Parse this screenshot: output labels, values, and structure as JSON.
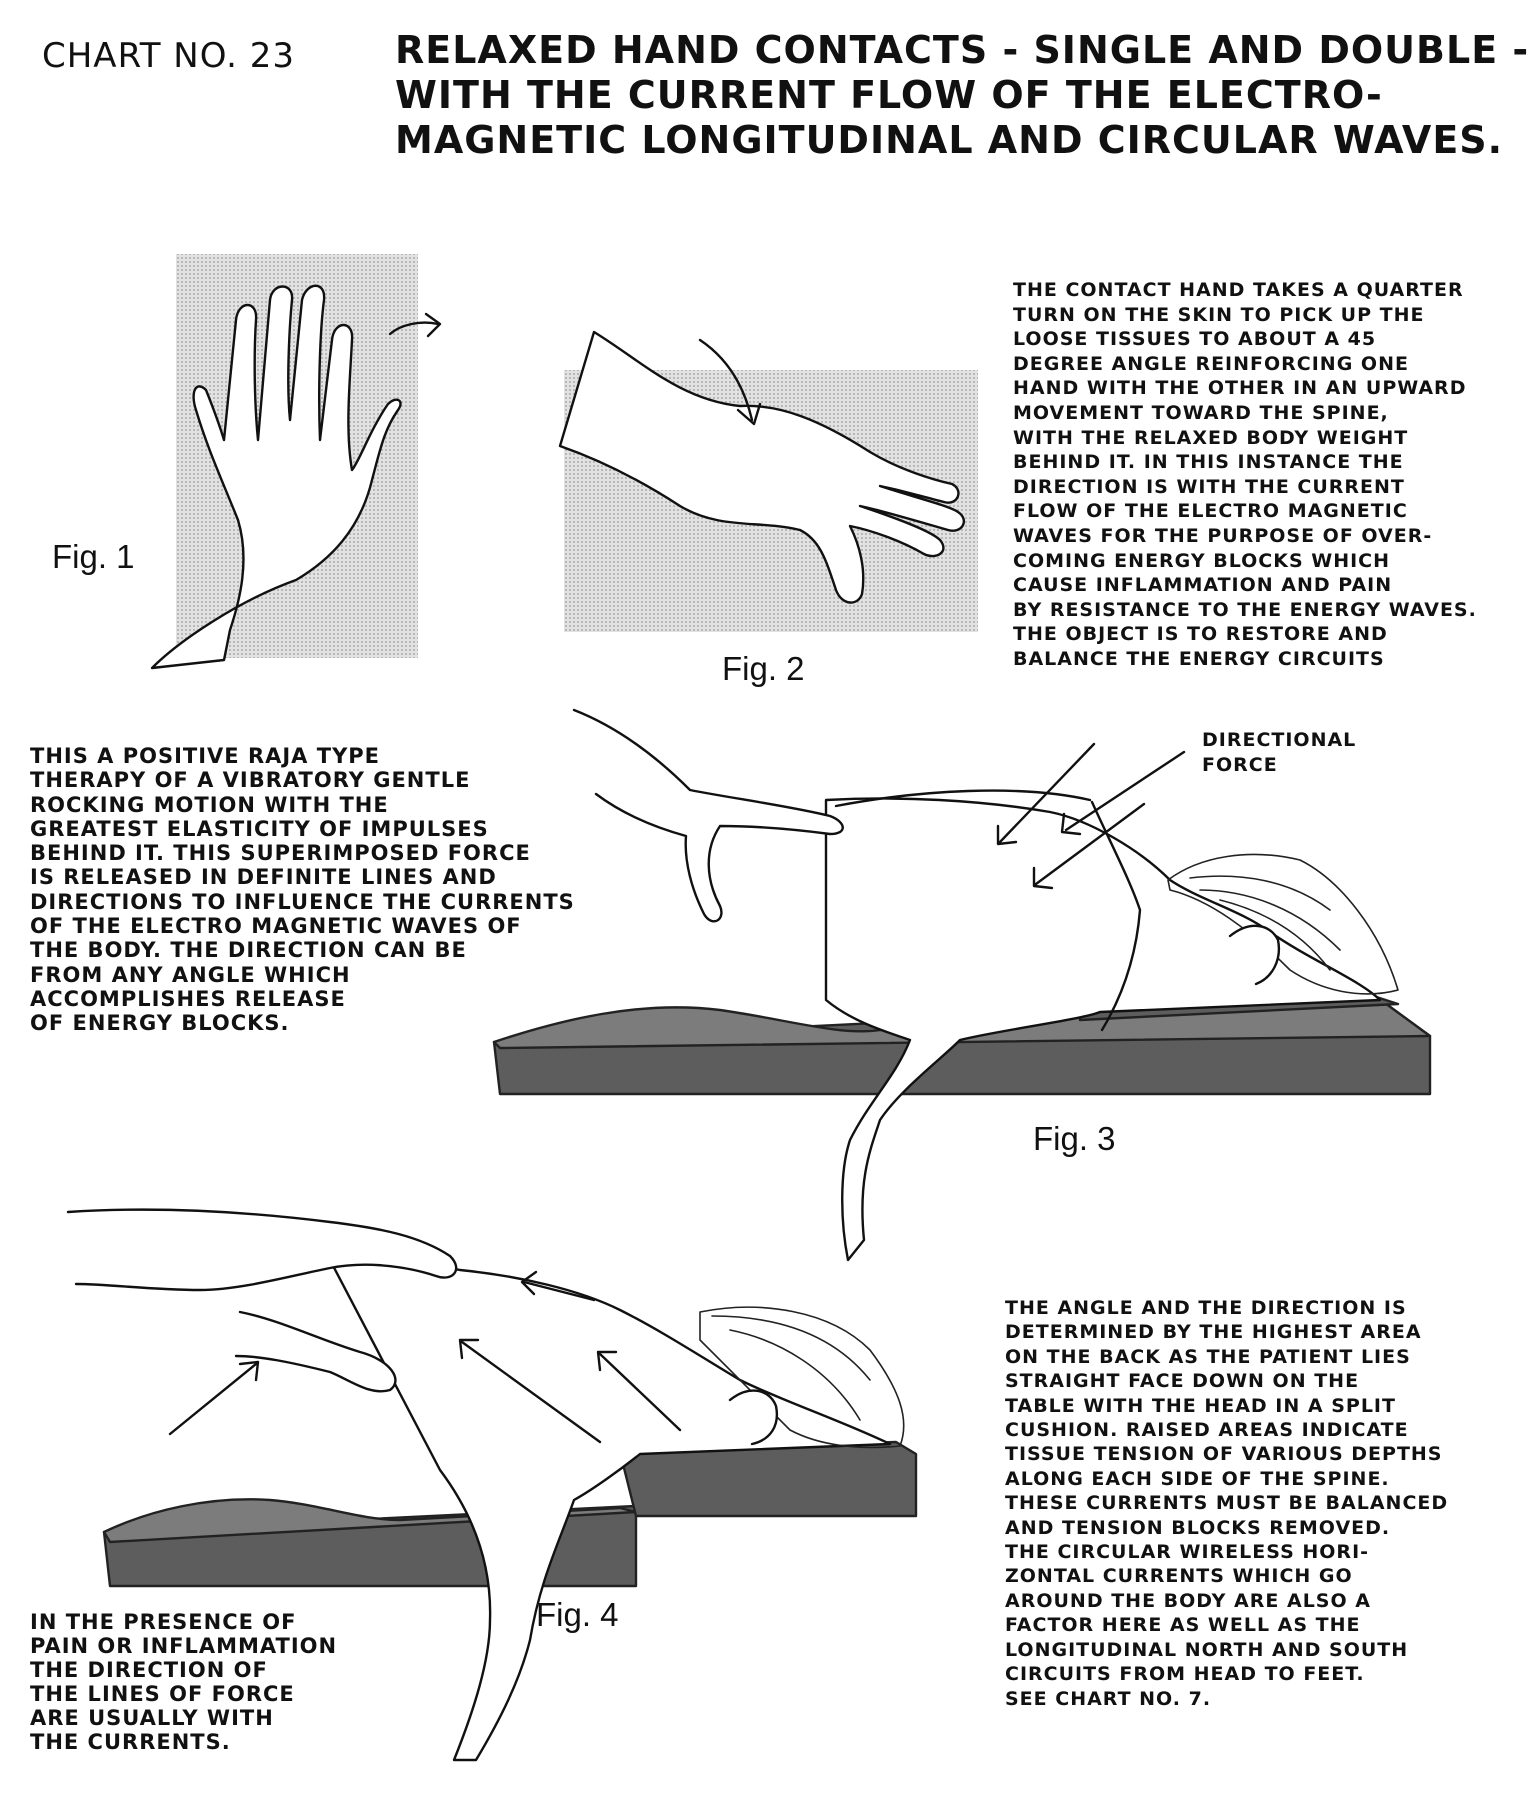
{
  "header": {
    "chart_number": "CHART NO. 23",
    "title_lines": [
      "RELAXED HAND CONTACTS - SINGLE AND DOUBLE -",
      "WITH THE CURRENT FLOW OF THE ELECTRO-",
      "MAGNETIC LONGITUDINAL AND CIRCULAR WAVES."
    ]
  },
  "figures": {
    "fig1": "Fig. 1",
    "fig2": "Fig. 2",
    "fig3": "Fig. 3",
    "fig4": "Fig. 4"
  },
  "labels": {
    "directional_force": [
      "DIRECTIONAL",
      "FORCE"
    ]
  },
  "notes": {
    "contact_hand": [
      "THE CONTACT HAND TAKES A QUARTER",
      "TURN ON THE SKIN TO PICK UP THE",
      "LOOSE TISSUES TO ABOUT A 45",
      "DEGREE ANGLE REINFORCING ONE",
      "HAND WITH THE OTHER IN AN UPWARD",
      "MOVEMENT TOWARD THE SPINE,",
      "WITH THE RELAXED BODY WEIGHT",
      "BEHIND IT. IN THIS INSTANCE THE",
      "DIRECTION IS WITH THE CURRENT",
      "FLOW OF THE ELECTRO MAGNETIC",
      "WAVES FOR THE PURPOSE OF OVER-",
      "COMING ENERGY BLOCKS WHICH",
      "CAUSE INFLAMMATION AND PAIN",
      "BY RESISTANCE TO THE ENERGY WAVES.",
      "THE OBJECT IS TO RESTORE AND",
      "BALANCE THE ENERGY CIRCUITS"
    ],
    "raja_therapy": [
      "THIS A POSITIVE RAJA TYPE",
      "THERAPY OF A VIBRATORY GENTLE",
      "ROCKING MOTION WITH THE",
      "GREATEST ELASTICITY OF IMPULSES",
      "BEHIND IT. THIS SUPERIMPOSED FORCE",
      "IS RELEASED IN DEFINITE LINES AND",
      "DIRECTIONS TO INFLUENCE THE CURRENTS",
      "OF THE ELECTRO MAGNETIC WAVES OF",
      "THE BODY. THE DIRECTION CAN BE",
      "FROM ANY ANGLE WHICH",
      "ACCOMPLISHES RELEASE",
      "OF ENERGY BLOCKS."
    ],
    "angle_direction": [
      "THE ANGLE AND THE DIRECTION IS",
      "DETERMINED BY THE HIGHEST AREA",
      "ON THE BACK AS THE PATIENT LIES",
      "STRAIGHT FACE DOWN ON THE",
      "TABLE WITH THE HEAD IN A SPLIT",
      "CUSHION. RAISED AREAS INDICATE",
      "TISSUE TENSION OF VARIOUS DEPTHS",
      "ALONG EACH SIDE OF THE SPINE.",
      "THESE CURRENTS MUST BE BALANCED",
      "AND TENSION BLOCKS REMOVED.",
      "THE CIRCULAR WIRELESS HORI-",
      "ZONTAL CURRENTS WHICH GO",
      "AROUND THE BODY ARE ALSO A",
      "FACTOR HERE AS WELL AS THE",
      "LONGITUDINAL NORTH AND SOUTH",
      "CIRCUITS FROM HEAD TO FEET.",
      "SEE CHART NO. 7."
    ],
    "pain_presence": [
      "IN THE PRESENCE OF",
      "PAIN OR INFLAMMATION",
      "THE DIRECTION OF",
      "THE LINES OF FORCE",
      "ARE USUALLY WITH",
      "THE CURRENTS."
    ]
  }
}
